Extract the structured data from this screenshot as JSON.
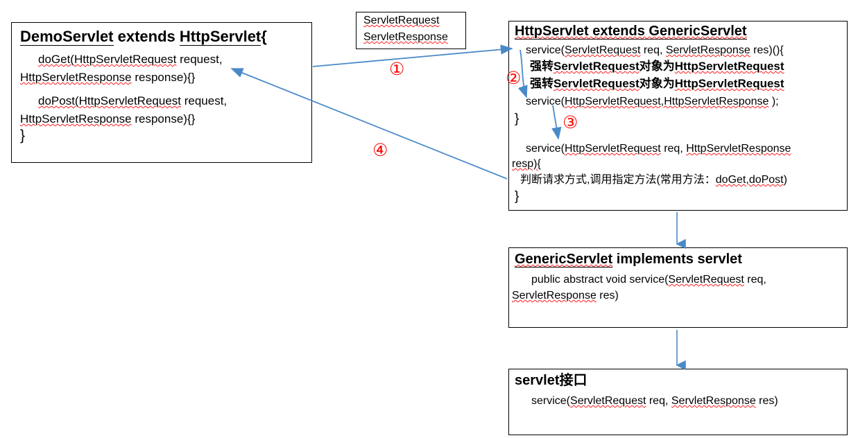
{
  "diagram": {
    "title": "Servlet inheritance hierarchy diagram",
    "accent_color": "#4a89c8",
    "marker_color": "#ff0000",
    "spellcheck_color": "#ff1a1a"
  },
  "boxes": {
    "demo_servlet": {
      "header": "DemoServlet  extends HttpServlet{",
      "header_parts": {
        "a": "DemoServlet",
        "b": "  extends ",
        "c": "HttpServlet",
        "d": "{"
      },
      "lines": [
        {
          "indent": "doGet(",
          "a": "HttpServletRequest",
          "b": " request,"
        },
        {
          "indent": "",
          "a": "HttpServletResponse",
          "b": " response){}"
        },
        {
          "indent": "doPost(",
          "a": "HttpServletRequest",
          "b": " request,"
        },
        {
          "indent": "",
          "a": "HttpServletResponse",
          "b": " response){}"
        }
      ],
      "close_brace": "}"
    },
    "servlet_types": {
      "line1": "ServletRequest",
      "line2": "ServletResponse"
    },
    "http_servlet": {
      "header_a": "HttpServlet extends GenericServlet",
      "line1_pre": "service(",
      "line1_a": "ServletRequest",
      "line1_mid": " req, ",
      "line1_b": "ServletResponse",
      "line1_post": " res)(){",
      "cast1_pre": "强转",
      "cast1_a": "ServletRequest",
      "cast1_mid": "对象为",
      "cast1_b": "HttpServletRequest",
      "cast2_pre": "强转",
      "cast2_a": "ServletRequest",
      "cast2_mid": "对象为",
      "cast2_b": "HttpServletRequest",
      "call_pre": "service(",
      "call_a": "HttpServletRequest,HttpServletResponse",
      "call_post": " );",
      "brace1": "}",
      "svc2_pre": "service(",
      "svc2_a": "HttpServletRequest",
      "svc2_mid": " req, ",
      "svc2_b": "HttpServletResponse",
      "svc2_wrap": "resp){",
      "desc_pre": "判断请求方式,调用指定方法(常用方法：",
      "desc_methods": "doGet,doPost",
      "desc_post": ")",
      "brace2": "}"
    },
    "generic_servlet": {
      "header": "GenericServlet  implements  servlet",
      "header_a": "GenericServlet",
      "header_b": "  implements  servlet",
      "line1_pre": "public abstract void service(",
      "line1_a": "ServletRequest",
      "line1_post": " req,",
      "line2_a": "ServletResponse",
      "line2_post": " res)"
    },
    "servlet_interface": {
      "header_a": "servlet",
      "header_b": "接口",
      "line1_pre": "service(",
      "line1_a": "ServletRequest",
      "line1_mid": " req, ",
      "line1_b": "ServletResponse",
      "line1_post": " res)"
    }
  },
  "markers": {
    "one": "①",
    "two": "②",
    "three": "③",
    "four": "④"
  },
  "marker_labels": {
    "one": "1",
    "two": "2",
    "three": "3",
    "four": "4"
  }
}
